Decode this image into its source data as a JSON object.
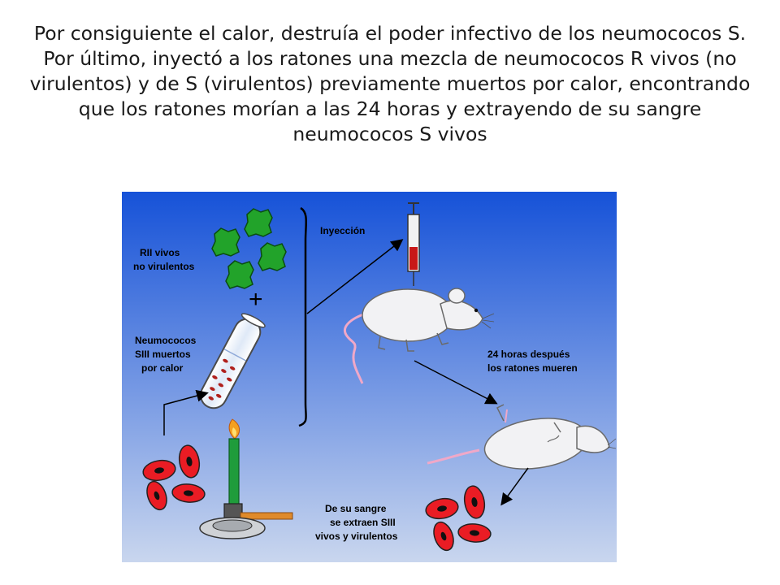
{
  "slide": {
    "title": "Por consiguiente el calor, destruía el poder infectivo de los neumococos S. Por último, inyectó a los ratones una mezcla de neumococos R vivos (no virulentos) y de S (virulentos) previamente muertos por calor, encontrando que los ratones morían a las 24 horas y extrayendo de su sangre neumococos S vivos"
  },
  "figure": {
    "background_top": "#1652d8",
    "background_bottom": "#c9d6ee",
    "labels": {
      "rii_line1": "RII vivos",
      "rii_line2": "no virulentos",
      "plus": "+",
      "siii_line1": "Neumococos",
      "siii_line2": "SIII muertos",
      "siii_line3": "por calor",
      "injection": "Inyección",
      "after_line1": "24 horas después",
      "after_line2": "los ratones mueren",
      "blood_line1": "De su sangre",
      "blood_line2": "se extraen SIII",
      "blood_line3": "vivos y virulentos"
    },
    "icons": [
      "bacteria-icon",
      "test-tube-icon",
      "bunsen-burner-icon",
      "syringe-icon",
      "mouse-icon",
      "dead-mouse-icon",
      "red-blood-cell-icon"
    ]
  }
}
